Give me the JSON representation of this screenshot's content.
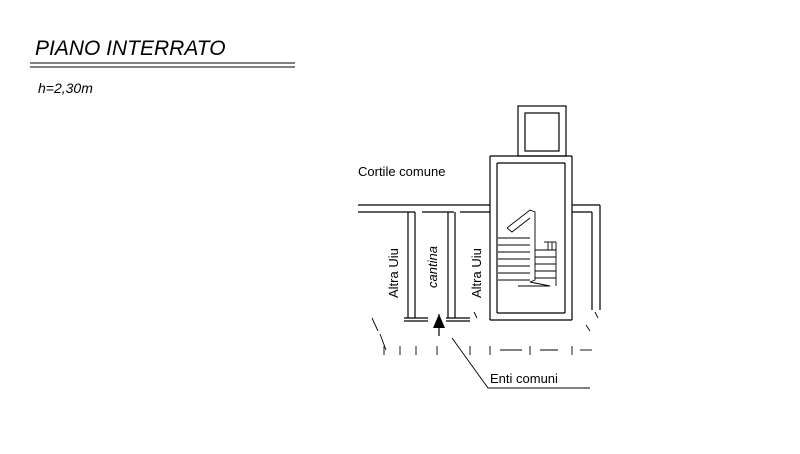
{
  "header": {
    "title": "PIANO INTERRATO",
    "height": "h=2,30m"
  },
  "labels": {
    "courtyard": "Cortile comune",
    "common_areas": "Enti comuni"
  },
  "rooms": {
    "left": "Altra Uiu",
    "center": "cantina",
    "right": "Altra Uiu"
  }
}
